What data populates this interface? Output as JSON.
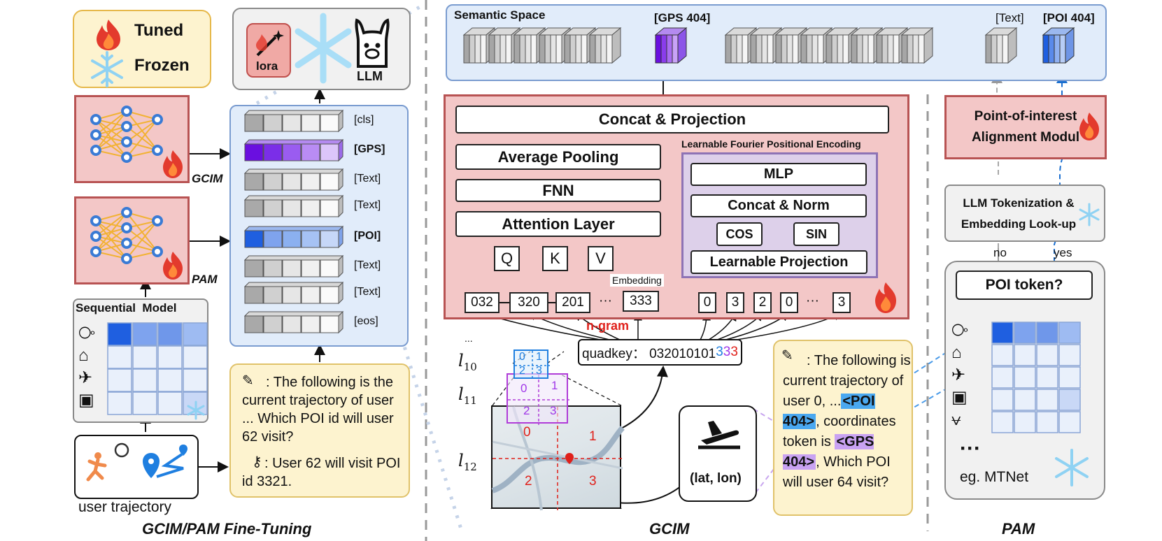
{
  "legend": {
    "tuned": "Tuned",
    "frozen": "Frozen"
  },
  "top_left": {
    "lora": "lora",
    "llm": "LLM"
  },
  "left": {
    "gcim_label": "GCIM",
    "pam_label": "PAM",
    "seq_model_title": "Sequential  Model",
    "user_trajectory": "user trajectory",
    "section_title": "GCIM/PAM Fine-Tuning"
  },
  "token_stack": [
    "[cls]",
    "[GPS]",
    "[Text]",
    "[Text]",
    "[POI]",
    "[Text]",
    "[Text]",
    "[eos]"
  ],
  "prompt_left": {
    "q": ": The following is the current trajectory of user ... Which POI id will user 62 visit?",
    "a": ": User 62 will visit POI id 3321."
  },
  "semantic": {
    "title": "Semantic Space",
    "gps": "[GPS 404]",
    "text": "[Text]",
    "poi": "[POI 404]"
  },
  "gcim": {
    "concat_proj": "Concat & Projection",
    "avg_pool": "Average Pooling",
    "fnn": "FNN",
    "attn": "Attention Layer",
    "q": "Q",
    "k": "K",
    "v": "V",
    "embedding": "Embedding",
    "fourier_title": "Learnable Fourier Positional Encoding",
    "mlp": "MLP",
    "concat_norm": "Concat & Norm",
    "cos": "COS",
    "sin": "SIN",
    "learn_proj": "Learnable Projection",
    "ngrams": [
      "032",
      "320",
      "201",
      "···",
      "333"
    ],
    "digits": [
      "0",
      "3",
      "2",
      "0",
      "···",
      "3"
    ],
    "ngram_label": "n-gram",
    "quadkey_prefix": "quadkey： 032010101",
    "quadkey_c1": "3",
    "quadkey_c2": "3",
    "quadkey_c3": "3",
    "section_title": "GCIM"
  },
  "map": {
    "l10": "l",
    "l10s": "10",
    "l11": "l",
    "l11s": "11",
    "l12": "l",
    "l12s": "12",
    "dots": "...",
    "q_10": [
      "0",
      "1",
      "2",
      "3"
    ],
    "q_11": [
      "0",
      "1",
      "2",
      "3"
    ],
    "q_12": [
      "0",
      "1",
      "2",
      "3"
    ],
    "latlon": "(lat, lon)"
  },
  "prompt_mid": {
    "t1": ": The following is current trajectory of user 0, ...",
    "poi_tag": "<POI 404>",
    "t2": ", coordinates token is ",
    "gps_tag": "<GPS 404>",
    "t3": ", Which POI will user 64 visit?"
  },
  "pam": {
    "align": "Point-of-interest Alignment Modul",
    "tokenize": "LLM Tokenization & Embedding Look-up",
    "no": "no",
    "yes": "yes",
    "poi_token": "POI token?",
    "dots": "···",
    "example": "eg. MTNet",
    "section_title": "PAM"
  },
  "colors": {
    "purple": "#6a0fe0",
    "blue": "#1f5fe0",
    "red_fill": "#f3c7c7",
    "red_border": "#b85353",
    "blue_fill": "#e1ecfa",
    "yellow_fill": "#fdf3cf"
  }
}
